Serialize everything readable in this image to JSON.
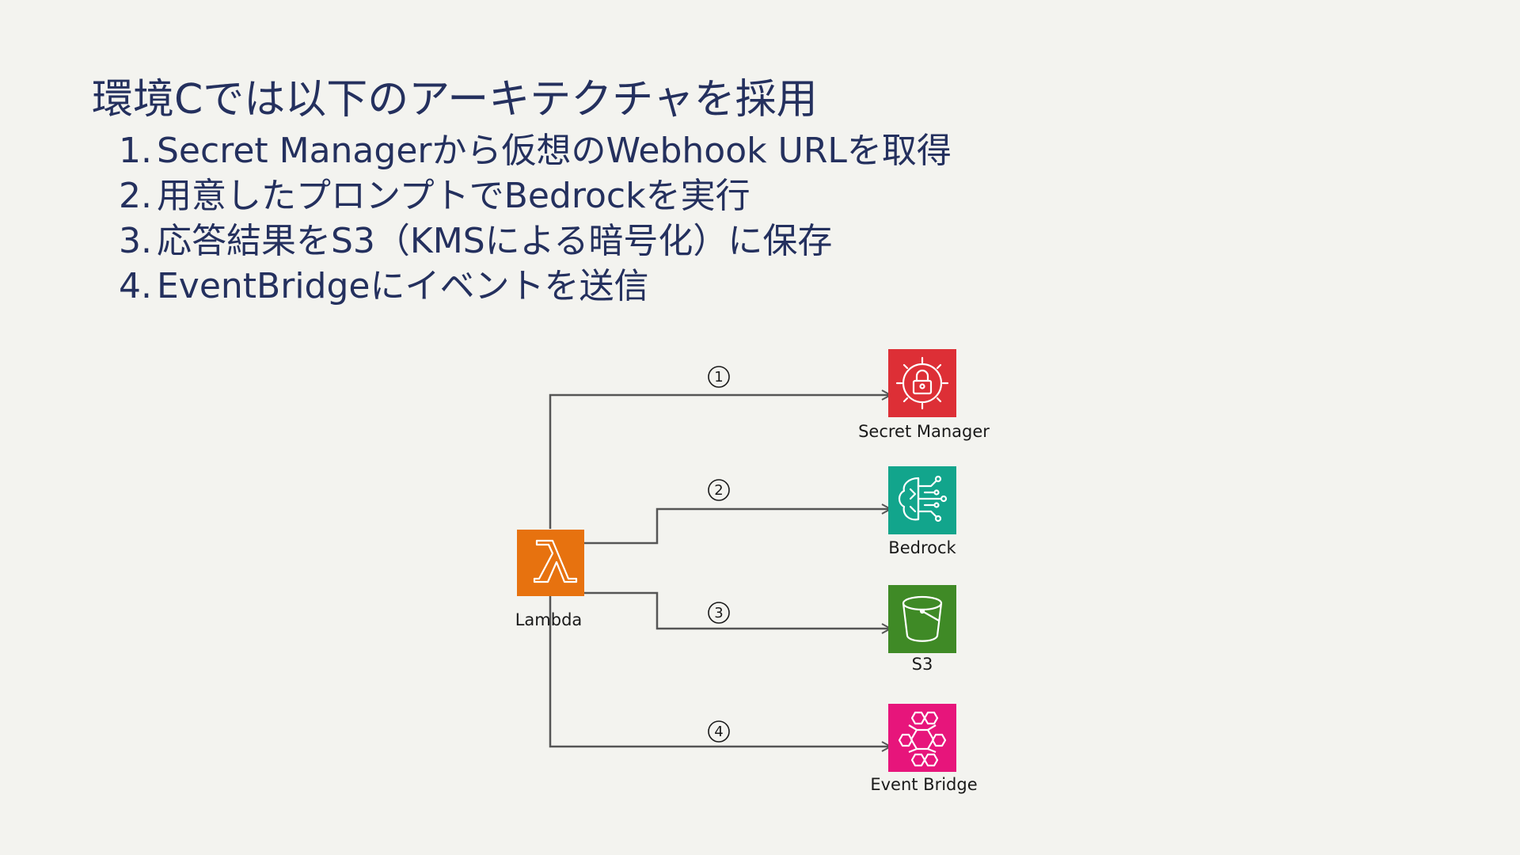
{
  "slide": {
    "title": "環境Cでは以下のアーキテクチャを採用",
    "steps": [
      {
        "num": "1.",
        "text": "Secret Managerから仮想のWebhook URLを取得"
      },
      {
        "num": "2.",
        "text": "用意したプロンプトでBedrockを実行"
      },
      {
        "num": "3.",
        "text": "応答結果をS3（KMSによる暗号化）に保存"
      },
      {
        "num": "4.",
        "text": "EventBridgeにイベントを送信"
      }
    ]
  },
  "diagram": {
    "source": {
      "label": "Lambda",
      "icon": "lambda-icon",
      "color": "#e7720f"
    },
    "targets": [
      {
        "label": "Secret Manager",
        "icon": "secrets-manager-icon",
        "color": "#dd2f36",
        "step": "1"
      },
      {
        "label": "Bedrock",
        "icon": "bedrock-icon",
        "color": "#12a58c",
        "step": "2"
      },
      {
        "label": "S3",
        "icon": "s3-bucket-icon",
        "color": "#3f8a26",
        "step": "3"
      },
      {
        "label": "Event Bridge",
        "icon": "eventbridge-icon",
        "color": "#e7157b",
        "step": "4"
      }
    ],
    "line_color": "#555555"
  }
}
